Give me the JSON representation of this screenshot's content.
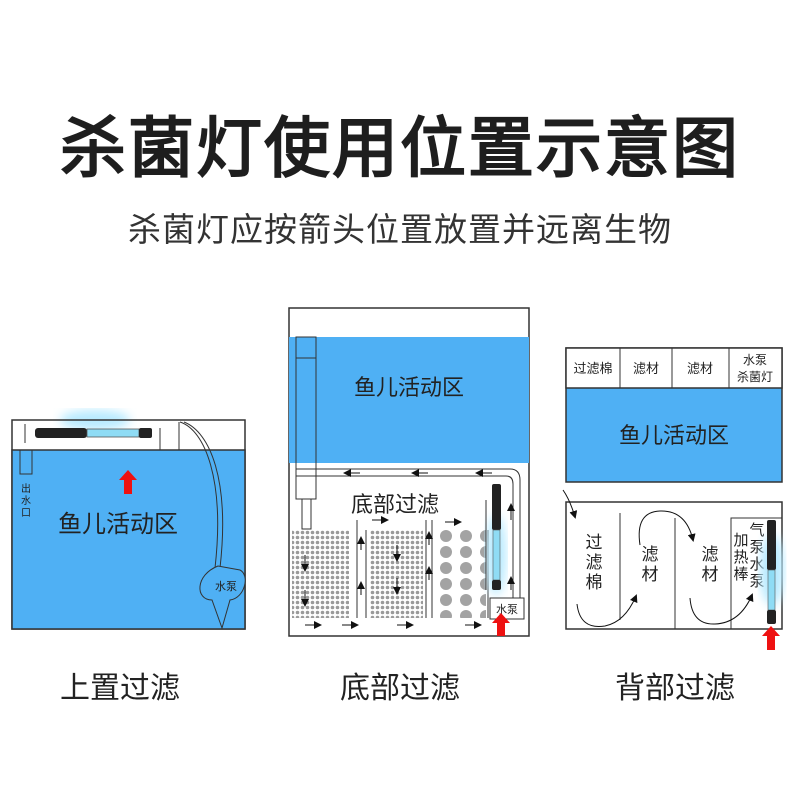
{
  "title": "杀菌灯使用位置示意图",
  "subtitle": "杀菌灯应按箭头位置放置并远离生物",
  "colors": {
    "water": "#4fb0f4",
    "arrow": "#ee1111",
    "lamp_glow": "#9fe0ff",
    "media_gray": "#a0a0a0"
  },
  "diagrams": [
    {
      "caption": "上置过滤",
      "fish_zone": "鱼儿活动区",
      "outlet": "出水口",
      "pump": "水泵"
    },
    {
      "caption": "底部过滤",
      "fish_zone": "鱼儿活动区",
      "filter_label": "底部过滤",
      "pump": "水泵"
    },
    {
      "caption": "背部过滤",
      "fish_zone": "鱼儿活动区",
      "top_cells": [
        "过滤棉",
        "滤材",
        "滤材",
        "水泵杀菌灯"
      ],
      "chambers": [
        "过滤棉",
        "滤材",
        "滤材"
      ],
      "last_chamber_left": "加热棒",
      "last_chamber_right": "气泵水泵"
    }
  ]
}
